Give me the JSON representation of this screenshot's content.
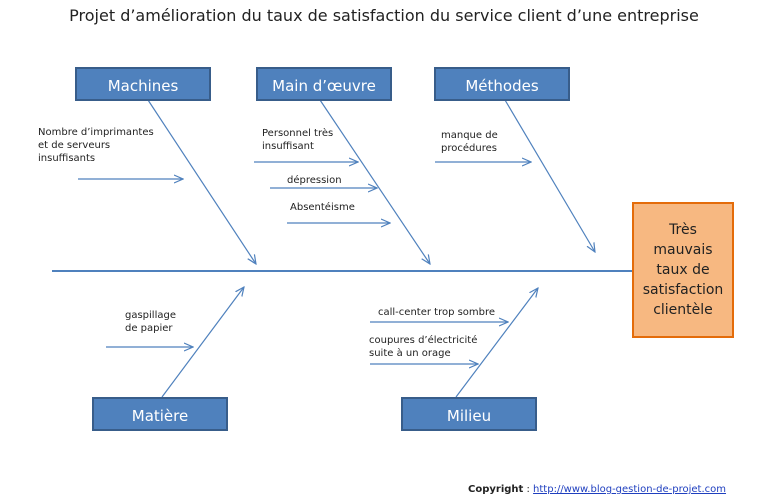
{
  "title": "Projet d’amélioration du taux de satisfaction du service client d’une entreprise",
  "effect": "Très\nmauvais\ntaux de\nsatisfaction\nclientèle",
  "categories": {
    "machines": "Machines",
    "main_oeuvre": "Main d’œuvre",
    "methodes": "Méthodes",
    "matiere": "Matière",
    "milieu": "Milieu"
  },
  "causes": {
    "machines": [
      "Nombre d’imprimantes\net de serveurs\ninsuffisants"
    ],
    "main_oeuvre": [
      "Personnel très\ninsuffisant",
      "dépression",
      "Absentéisme"
    ],
    "methodes": [
      "manque de\nprocédures"
    ],
    "matiere": [
      "gaspillage\nde papier"
    ],
    "milieu": [
      "call-center trop sombre",
      "coupures d’électricité\nsuite à un orage"
    ]
  },
  "colors": {
    "arrow": "#4f81bd",
    "box_fill": "#4f81bd",
    "box_border": "#385d8a",
    "effect_fill": "#f7b881",
    "effect_border": "#e46c0a"
  },
  "copyright": {
    "label": "Copyright",
    "separator": " : ",
    "link": "http://www.blog-gestion-de-projet.com"
  }
}
